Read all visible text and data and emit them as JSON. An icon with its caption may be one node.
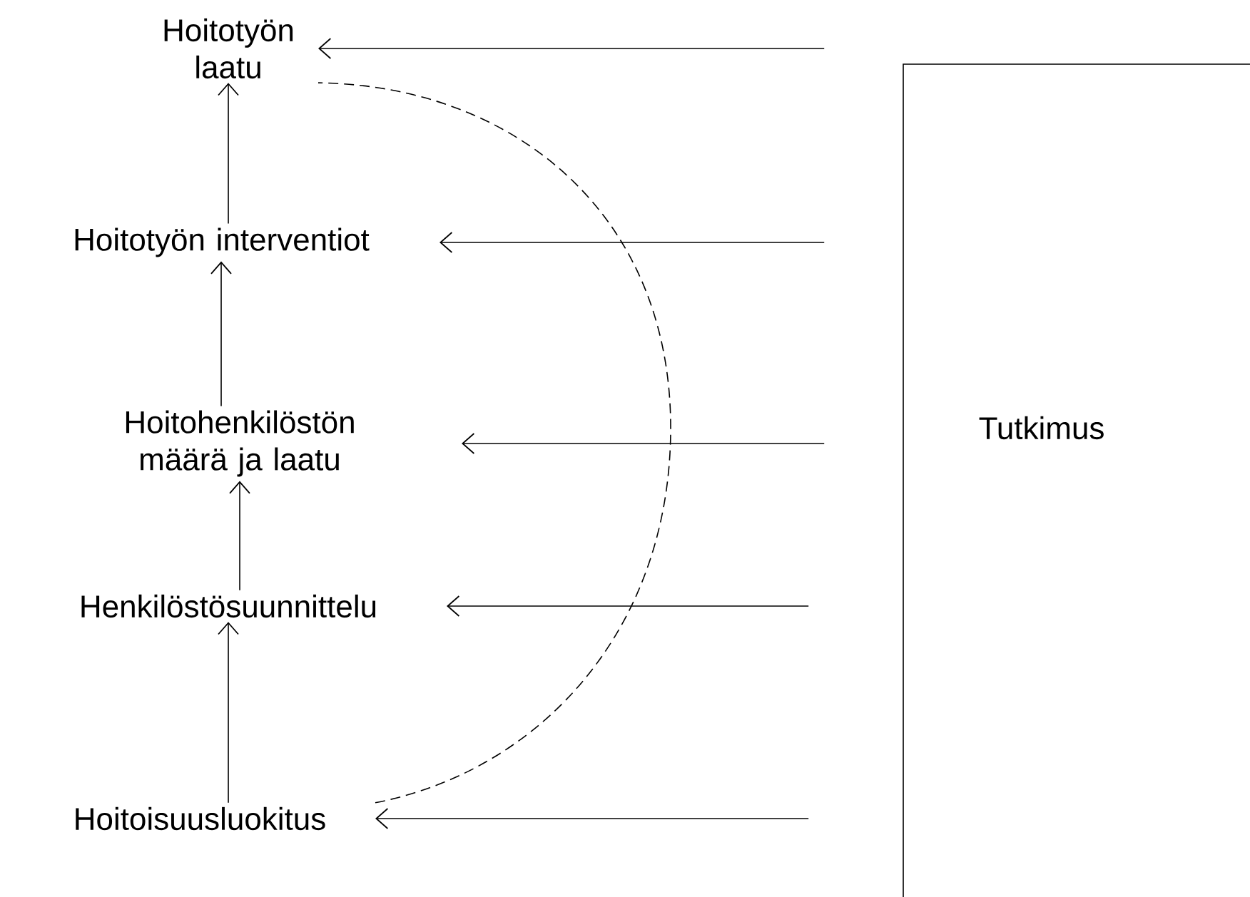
{
  "diagram": {
    "nodes": [
      {
        "text": [
          "Hoitotyön laatu"
        ]
      },
      {
        "text": [
          "Hoitotyön interventiot"
        ]
      },
      {
        "text": [
          "Hoitohenkilöstön määrä ja laatu"
        ]
      },
      {
        "text": [
          "Henkilöstösuunnittelu"
        ]
      },
      {
        "text": [
          "Hoitoisuusluokitus"
        ]
      },
      {
        "text": [
          "Tutkimus"
        ]
      }
    ],
    "edges": [
      {
        "from": 1,
        "to": 0,
        "arrow": "to"
      },
      {
        "from": 2,
        "to": 1,
        "arrow": "to"
      },
      {
        "from": 3,
        "to": 2,
        "arrow": "to"
      },
      {
        "from": 4,
        "to": 3,
        "arrow": "to"
      },
      {
        "from": 5,
        "to": 0,
        "arrow": "to"
      },
      {
        "from": 5,
        "to": 1,
        "arrow": "to"
      },
      {
        "from": 5,
        "to": 2,
        "arrow": "to"
      },
      {
        "from": 5,
        "to": 3,
        "arrow": "to"
      },
      {
        "from": 5,
        "to": 4,
        "arrow": "to"
      },
      {
        "from": 4,
        "to": 0,
        "arrow": "none",
        "style": "dashed"
      }
    ]
  }
}
